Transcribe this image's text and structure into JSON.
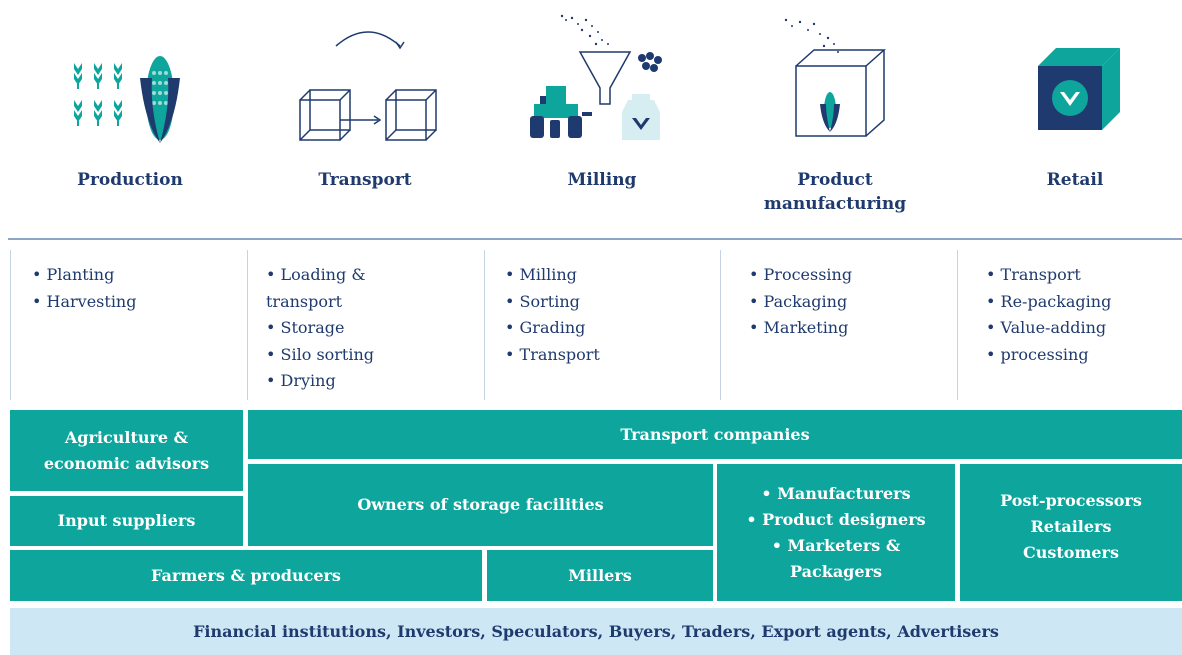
{
  "stages": [
    {
      "label": "Production",
      "icon": "corn-crop-icon"
    },
    {
      "label": "Transport",
      "icon": "cube-transfer-icon"
    },
    {
      "label": "Milling",
      "icon": "milling-icon"
    },
    {
      "label": "Product manufacturing",
      "icon": "product-box-icon"
    },
    {
      "label": "Retail",
      "icon": "retail-box-icon"
    }
  ],
  "activities": [
    [
      "• Planting",
      "• Harvesting"
    ],
    [
      "• Loading &",
      "transport",
      "• Storage",
      "• Silo sorting",
      "• Drying"
    ],
    [
      "• Milling",
      "• Sorting",
      "• Grading",
      "• Transport"
    ],
    [
      "• Processing",
      "• Packaging",
      "• Marketing"
    ],
    [
      "• Transport",
      "• Re-packaging",
      "• Value-adding",
      "• processing"
    ]
  ],
  "actors": {
    "agriculture_advisors": "Agriculture & economic advisors",
    "input_suppliers": "Input suppliers",
    "farmers": "Farmers & producers",
    "transport_companies": "Transport companies",
    "storage_owners": "Owners of storage facilities",
    "millers": "Millers",
    "manufacturers": [
      "• Manufacturers",
      "• Product designers",
      "• Marketers &",
      "Packagers"
    ],
    "retail_group": [
      "Post-processors",
      "Retailers",
      "Customers"
    ]
  },
  "financial_bar": "Financial institutions, Investors, Speculators, Buyers, Traders, Export agents, Advertisers",
  "colors": {
    "teal": "#0ea59d",
    "navy": "#1f3a6e",
    "light_blue": "#cde7f5",
    "divider": "#8ba5c4"
  }
}
